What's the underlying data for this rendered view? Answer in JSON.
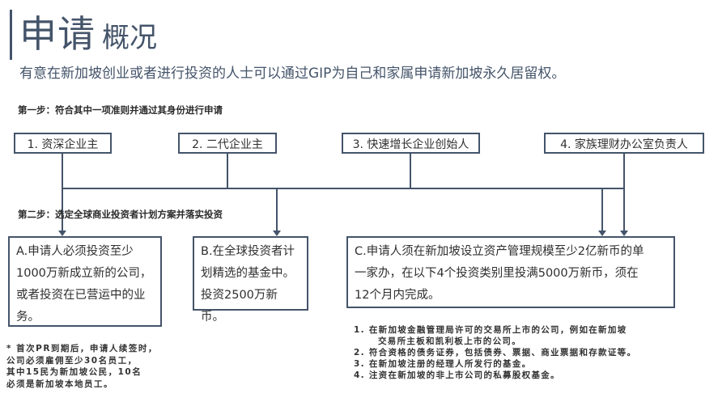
{
  "header": {
    "title_main": "申请",
    "title_sub": "概况",
    "subtitle": "有意在新加坡创业或者进行投资的人士可以通过GIP为自己和家属申请新加坡永久居留权。"
  },
  "steps": {
    "step1": "第一步：符合其中一项准则并通过其身份进行申请",
    "step2": "第二步：选定全球商业投资者计划方案并落实投资"
  },
  "categories": [
    "1. 资深企业主",
    "2. 二代企业主",
    "3. 快速增长企业创始人",
    "4. 家族理财办公室负责人"
  ],
  "options": {
    "a": "A.申请人必须投资至少1000万新成立新的公司，或者投资在已营运中的业务。",
    "b_lines": [
      "B.在全球投资者计",
      "划精选的基金中。",
      "投资2500万新币。"
    ],
    "c_lines": [
      "C.申请人须在新加坡设立资产管理规模至少2亿新币的单",
      "一家办，在以下4个投资类别里投满5000万新币，须在",
      "12个月内完成。"
    ]
  },
  "notes": {
    "left_lines": [
      "* 首次PR到期后，申请人续签时，",
      "公司必须雇佣至少30名员工，",
      "其中15民为新加坡公民，10名",
      "必须是新加坡本地员工。"
    ],
    "right_lines": [
      "1. 在新加坡金融管理局许可的交易所上市的公司，例如在新加坡",
      "交易所主板和凯利板上市的公司。",
      "2. 符合资格的债务证券，包括债券、票据、商业票据和存款证等。",
      "3. 在新加坡注册的经理人所发行的基金。",
      "4. 注资在新加坡的非上市公司的私募股权基金。"
    ]
  },
  "colors": {
    "primary": "#44546a",
    "text": "#2f2f2f"
  }
}
